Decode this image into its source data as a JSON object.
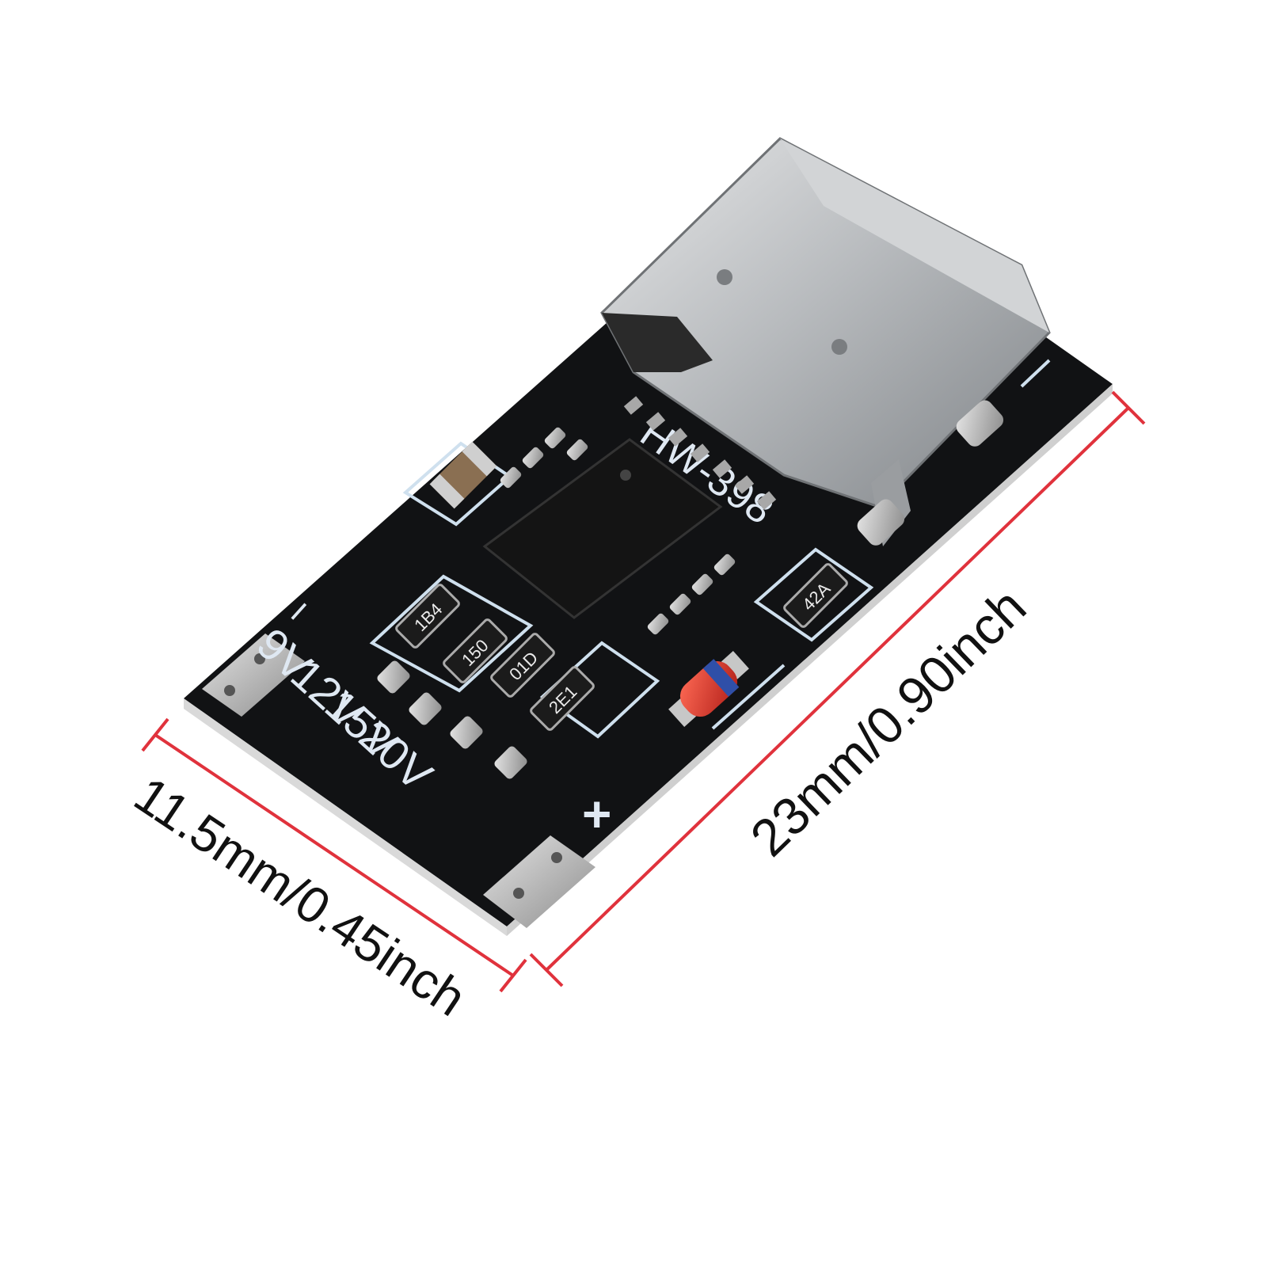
{
  "product": {
    "board_marking": "HW-398",
    "voltage_labels": [
      "20V",
      "15V",
      "12V",
      "9V"
    ],
    "pad_minus": "−",
    "pad_plus": "+",
    "resistor_codes": [
      "1B4",
      "150",
      "01D",
      "2E1",
      "42A"
    ]
  },
  "dimensions": {
    "width_label": "11.5mm/0.45inch",
    "length_label": "23mm/0.90inch"
  },
  "colors": {
    "dimension_line": "#e0323c",
    "board": "#101114",
    "silkscreen": "#dfe8f2",
    "connector": "#b9bcbf"
  }
}
